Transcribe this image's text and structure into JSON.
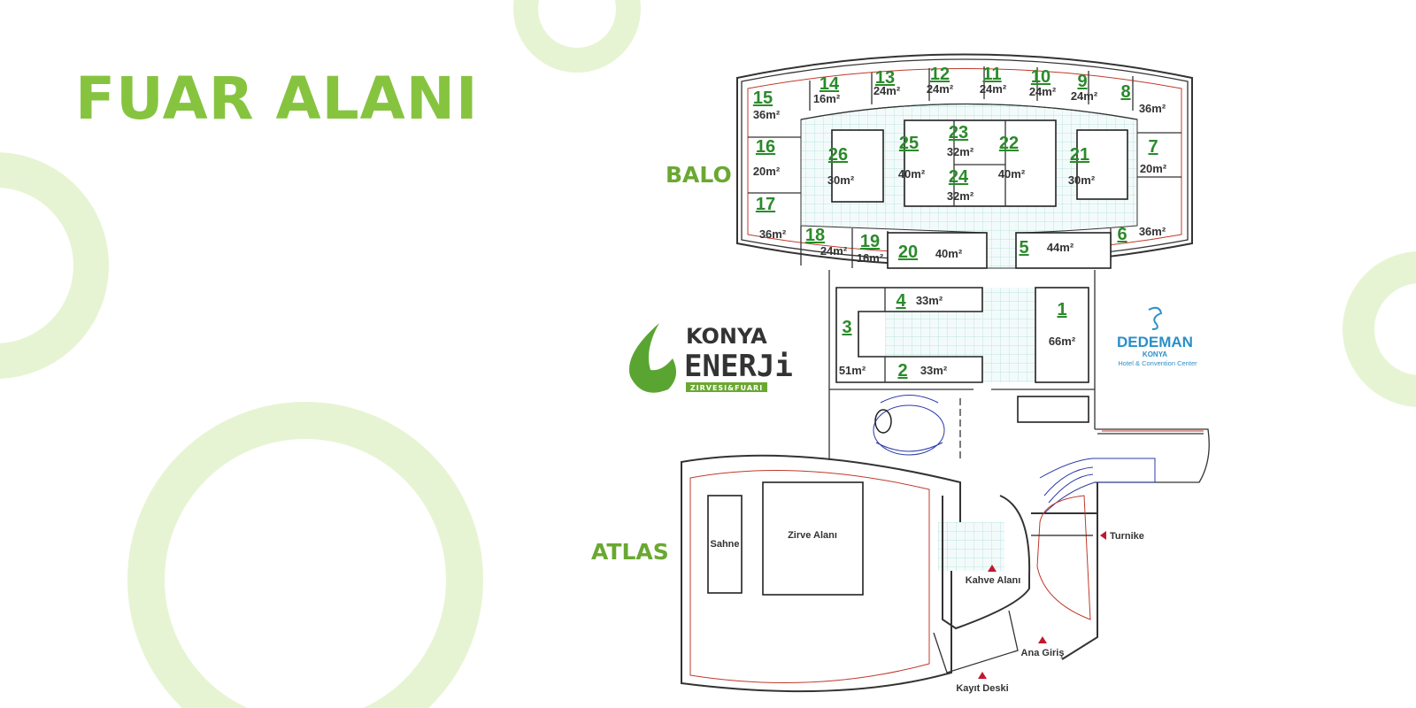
{
  "title": "FUAR ALANI",
  "halls": {
    "balo": "BALO",
    "atlas": "ATLAS"
  },
  "booths": [
    {
      "number": "1",
      "area": "66m²"
    },
    {
      "number": "2",
      "area": "33m²"
    },
    {
      "number": "3",
      "area": "51m²"
    },
    {
      "number": "4",
      "area": "33m²"
    },
    {
      "number": "5",
      "area": "44m²"
    },
    {
      "number": "6",
      "area": "36m²"
    },
    {
      "number": "7",
      "area": "20m²"
    },
    {
      "number": "8",
      "area": "36m²"
    },
    {
      "number": "9",
      "area": "24m²"
    },
    {
      "number": "10",
      "area": "24m²"
    },
    {
      "number": "11",
      "area": "24m²"
    },
    {
      "number": "12",
      "area": "24m²"
    },
    {
      "number": "13",
      "area": "24m²"
    },
    {
      "number": "14",
      "area": "16m²"
    },
    {
      "number": "15",
      "area": "36m²"
    },
    {
      "number": "16",
      "area": "20m²"
    },
    {
      "number": "17",
      "area": "36m²"
    },
    {
      "number": "18",
      "area": "24m²"
    },
    {
      "number": "19",
      "area": "16m²"
    },
    {
      "number": "20",
      "area": "40m²"
    },
    {
      "number": "21",
      "area": "30m²"
    },
    {
      "number": "22",
      "area": "40m²"
    },
    {
      "number": "23",
      "area": "32m²"
    },
    {
      "number": "24",
      "area": "32m²"
    },
    {
      "number": "25",
      "area": "40m²"
    },
    {
      "number": "26",
      "area": "30m²"
    }
  ],
  "areas": {
    "stage": "Sahne",
    "summit": "Zirve Alanı",
    "coffee": "Kahve Alanı",
    "turnstile": "Turnike",
    "main_entrance": "Ana Giriş",
    "registration": "Kayıt Deski"
  },
  "logos": {
    "konya_line1": "KONYA",
    "konya_line2": "ENERJi",
    "konya_sub": "ZIRVESI&FUARI",
    "dedeman_name": "DEDEMAN",
    "dedeman_city": "KONYA",
    "dedeman_sub": "Hotel & Convention Center"
  },
  "colors": {
    "brand_green": "#86c440",
    "booth_green": "#2b8a2b",
    "circle": "#e7f4d3",
    "grid": "#bfe6e2",
    "marker_red": "#c0182e",
    "dedeman_blue": "#2a8fc9"
  }
}
